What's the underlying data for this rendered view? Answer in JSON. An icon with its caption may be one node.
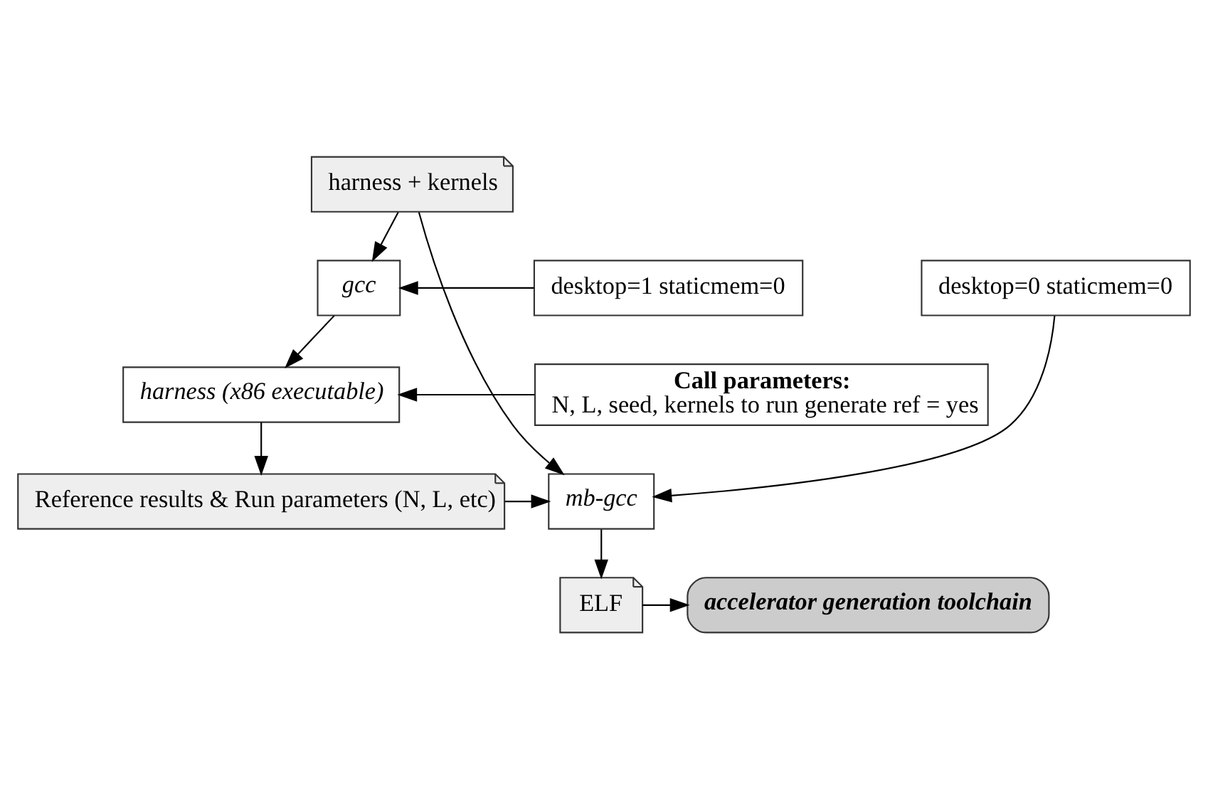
{
  "diagram": {
    "nodes": [
      {
        "text": [
          "harness + kernels"
        ]
      },
      {
        "text": [
          "gcc"
        ]
      },
      {
        "text": [
          "desktop=1 staticmem=0"
        ]
      },
      {
        "text": [
          "desktop=0 staticmem=0"
        ]
      },
      {
        "text": [
          "harness (x86 executable)"
        ]
      },
      {
        "text": [
          "Call parameters:",
          "N, L, seed, kernels to run generate ref = yes"
        ]
      },
      {
        "text": [
          "Reference results & Run parameters (N, L, etc)"
        ]
      },
      {
        "text": [
          "mb-gcc"
        ]
      },
      {
        "text": [
          "accelerator generation toolchain"
        ]
      },
      {
        "text": [
          "ELF"
        ]
      }
    ],
    "edges": [
      {
        "from": 0,
        "to": 1,
        "arrow": "to"
      },
      {
        "from": 0,
        "to": 7,
        "arrow": "to"
      },
      {
        "from": 2,
        "to": 1,
        "arrow": "to"
      },
      {
        "from": 3,
        "to": 7,
        "arrow": "to"
      },
      {
        "from": 1,
        "to": 4,
        "arrow": "to"
      },
      {
        "from": 5,
        "to": 4,
        "arrow": "to"
      },
      {
        "from": 4,
        "to": 6,
        "arrow": "to"
      },
      {
        "from": 6,
        "to": 7,
        "arrow": "to"
      },
      {
        "from": 7,
        "to": 9,
        "arrow": "to"
      },
      {
        "from": 9,
        "to": 8,
        "arrow": "to"
      }
    ]
  }
}
